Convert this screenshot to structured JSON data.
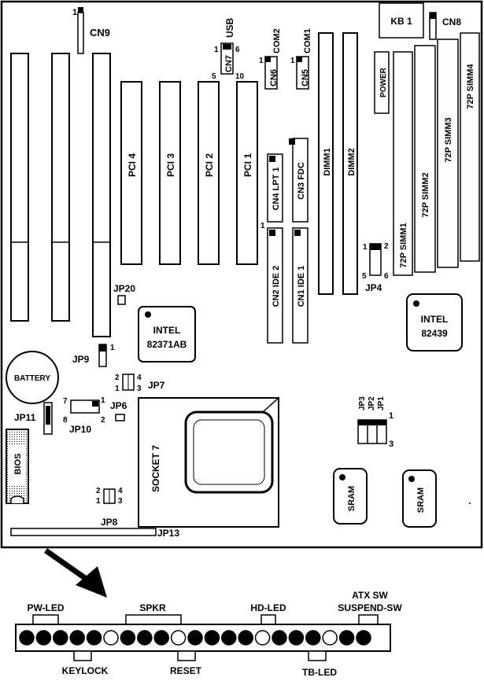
{
  "board": {
    "cn9": "CN9",
    "usb": "USB",
    "cn7": "CN7",
    "cn7_pins": [
      "1",
      "6",
      "5",
      "10"
    ],
    "com2": "COM2",
    "com1": "COM1",
    "cn6": "CN6",
    "cn5": "CN5",
    "pin1": "1",
    "kb1": "KB 1",
    "cn8": "CN8",
    "power": "POWER",
    "pci": [
      "PCI 4",
      "PCI 3",
      "PCI 2",
      "PCI 1"
    ],
    "cn4": "CN4 LPT 1",
    "cn3": "CN3 FDC",
    "cn2": "CN2 IDE 2",
    "cn1": "CN1 IDE 1",
    "dimm": [
      "DIMM1",
      "DIMM2"
    ],
    "simm": [
      "72P SIMM1",
      "72P SIMM2",
      "72P SIMM3",
      "72P SIMM4"
    ],
    "jp4": "JP4",
    "jp4_pins": [
      "1",
      "2",
      "5",
      "6"
    ],
    "jp20": "JP20",
    "chip1": [
      "INTEL",
      "82371AB"
    ],
    "chip2": [
      "INTEL",
      "82439"
    ],
    "jp9": "JP9",
    "battery": "BATTERY",
    "jp7": "JP7",
    "jp7_pins": [
      "2",
      "4",
      "1",
      "3"
    ],
    "jp11": "JP11",
    "jp10": "JP10",
    "jp10_pins": [
      "7",
      "1",
      "8",
      "2"
    ],
    "jp6": "JP6",
    "jp3": "JP3",
    "jp2": "JP2",
    "jp1": "JP1",
    "jp123_pins": [
      "1",
      "3"
    ],
    "socket": "SOCKET 7",
    "bios": "BIOS",
    "sram": [
      "SRAM",
      "SRAM"
    ],
    "jp8_pins": [
      "2",
      "4",
      "1",
      "3"
    ],
    "jp8": "JP8",
    "jp13": "JP13"
  },
  "panel": {
    "top_labels": [
      "PW-LED",
      "SPKR",
      "HD-LED",
      "ATX SW",
      "SUSPEND-SW"
    ],
    "bottom_labels": [
      "KEYLOCK",
      "RESET",
      "TB-LED"
    ],
    "pins": [
      1,
      1,
      1,
      1,
      1,
      0,
      1,
      1,
      1,
      0,
      1,
      1,
      1,
      1,
      0,
      1,
      1,
      1,
      0,
      1,
      1
    ]
  }
}
